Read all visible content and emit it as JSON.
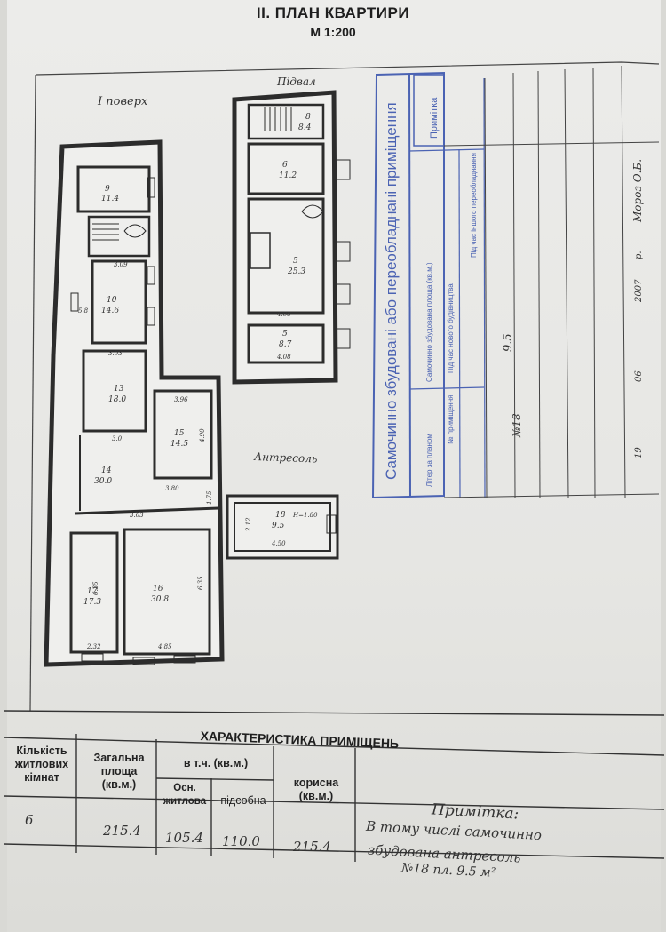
{
  "header": {
    "title": "II. ПЛАН КВАРТИРИ",
    "scale": "М 1:200"
  },
  "plan": {
    "floor_label": "І поверх",
    "basement_label": "Підвал",
    "mezzanine_label": "Антресоль",
    "rooms": [
      {
        "num": "9",
        "area": "11.4"
      },
      {
        "num": "10",
        "area": "14.6"
      },
      {
        "num": "13",
        "area": "18.0"
      },
      {
        "num": "15",
        "area": "14.5"
      },
      {
        "num": "14",
        "area": "30.0"
      },
      {
        "num": "17",
        "area": "17.3"
      },
      {
        "num": "16",
        "area": "30.8"
      },
      {
        "num": "6",
        "area": "11.2"
      },
      {
        "num": "5",
        "area": "25.3"
      },
      {
        "num": "5",
        "area": "8.7"
      },
      {
        "num": "8",
        "area": "8.4"
      },
      {
        "num": "18",
        "area": "9.5"
      }
    ],
    "dimensions": [
      "3.09",
      "3.03",
      "3.96",
      "4.90",
      "3.80",
      "3.0",
      "3.03",
      "2.32",
      "4.85",
      "6.35",
      "6.35",
      "4.08",
      "4.08",
      "4.50",
      "2.12",
      "1.75",
      "5.8",
      "H=1.80"
    ]
  },
  "stamp": {
    "heading": "Самочинно збудовані або переобладнані приміщення",
    "note_col": "Примітка",
    "cols": [
      "Літер за планом",
      "№ приміщення",
      "Самочинно збудована площа (кв.м.)"
    ],
    "subcols": [
      "Під час нового будівництва",
      "Під час іншого переобладнання"
    ],
    "row_room": "№18",
    "row_area": "9.5",
    "date_parts": [
      "19",
      "06",
      "2007",
      "р."
    ],
    "signature": "Мороз О.Б."
  },
  "characteristics": {
    "title": "ХАРАКТЕРИСТИКА ПРИМІЩЕНЬ",
    "headers": {
      "rooms_count": "Кількість житлових кімнат",
      "total_area": "Загальна площа (кв.м.)",
      "incl": "в т.ч. (кв.м.)",
      "main": "Осн. житлова",
      "aux": "підсобна",
      "useful": "корисна (кв.м.)"
    },
    "values": {
      "rooms_count": "6",
      "total_area": "215.4",
      "main": "105.4",
      "aux": "110.0",
      "useful": "215.4"
    },
    "note": {
      "label": "Примітка:",
      "line1": "В тому числі самочинно",
      "line2": "збудована антресоль",
      "line3": "№18 пл. 9.5 м²"
    }
  }
}
